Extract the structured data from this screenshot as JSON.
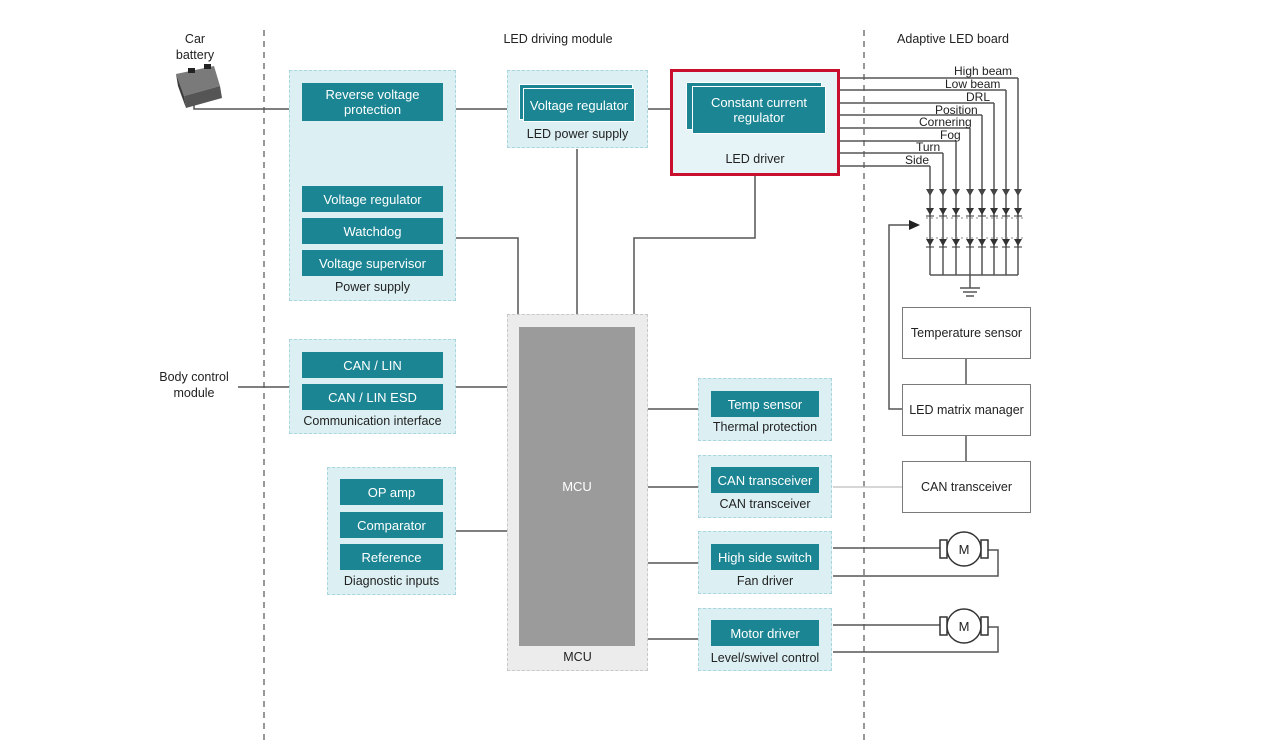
{
  "sections": {
    "driving_module": "LED driving module",
    "adaptive_board": "Adaptive LED board"
  },
  "external": {
    "car_battery_line1": "Car",
    "car_battery_line2": "battery",
    "body_control_line1": "Body control",
    "body_control_line2": "module"
  },
  "power_supply": {
    "reverse_voltage": "Reverse voltage protection",
    "voltage_regulator": "Voltage regulator",
    "watchdog": "Watchdog",
    "voltage_supervisor": "Voltage supervisor",
    "caption": "Power supply"
  },
  "led_power_supply": {
    "voltage_regulator": "Voltage regulator",
    "caption": "LED power supply"
  },
  "led_driver": {
    "constant_current": "Constant current regulator",
    "caption": "LED driver"
  },
  "communication": {
    "can_lin": "CAN / LIN",
    "can_lin_esd": "CAN / LIN ESD",
    "caption": "Communication interface"
  },
  "diagnostic": {
    "op_amp": "OP amp",
    "comparator": "Comparator",
    "reference": "Reference",
    "caption": "Diagnostic inputs"
  },
  "mcu": {
    "label": "MCU",
    "caption": "MCU"
  },
  "thermal": {
    "temp_sensor": "Temp sensor",
    "caption": "Thermal protection"
  },
  "can_module": {
    "can_transceiver": "CAN transceiver",
    "caption": "CAN transceiver"
  },
  "fan": {
    "high_side_switch": "High side switch",
    "caption": "Fan driver"
  },
  "level": {
    "motor_driver": "Motor driver",
    "caption": "Level/swivel control"
  },
  "board": {
    "temperature_sensor": "Temperature sensor",
    "led_matrix_manager": "LED matrix manager",
    "can_transceiver": "CAN transceiver",
    "motor_label": "M"
  },
  "led_functions": [
    "High beam",
    "Low beam",
    "DRL",
    "Position",
    "Cornering",
    "Fog",
    "Turn",
    "Side"
  ],
  "colors": {
    "block": "#1b8593",
    "group_bg": "#dcf0f4",
    "mcu_core": "#9b9b9b",
    "highlight": "#c8102e"
  }
}
